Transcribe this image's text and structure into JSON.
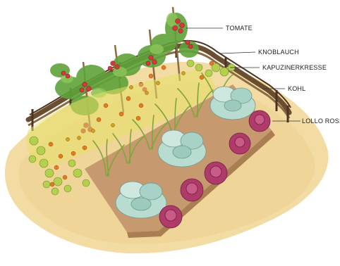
{
  "labels": {
    "tomate": "TOMATE",
    "knoblauch": "KNOBLAUCH",
    "kapuzinerkresse": "KAPUZINERKRESSE",
    "kohl": "KOHL",
    "lollo_rosso": "LOLLO ROSSO"
  },
  "colors": {
    "mulch": "#f2dca3",
    "soil": "#c69a6e",
    "fence": "#6b4e2f",
    "cabbage": "#b9dcd1",
    "lettuce": "#b03a6a",
    "tomato": "#d6393a",
    "nasturtium_leaf": "#b5cf4e",
    "nasturtium_flower": "#e37b1f",
    "garlic": "#7fa53c"
  }
}
